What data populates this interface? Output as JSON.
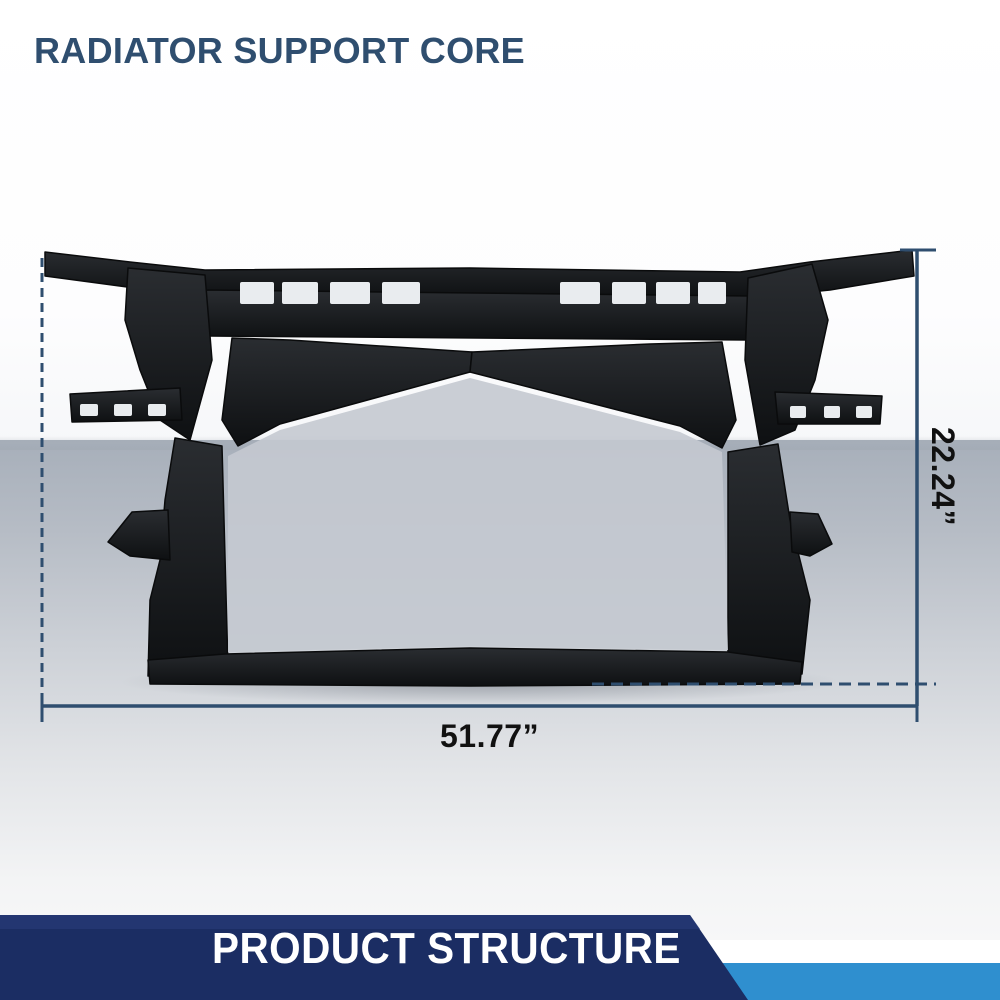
{
  "header": {
    "title": "RADIATOR SUPPORT CORE"
  },
  "product": {
    "image_icon": "radiator-support-core-illustration",
    "width_label": "51.77”",
    "height_label": "22.24”"
  },
  "footer": {
    "banner_label": "PRODUCT STRUCTURE"
  },
  "colors": {
    "title": "#2f4e6f",
    "dimension_line": "#2f4e6f",
    "banner_dark": "#1b2d63",
    "banner_accent": "#2f8fcf",
    "part": "#15171a"
  }
}
